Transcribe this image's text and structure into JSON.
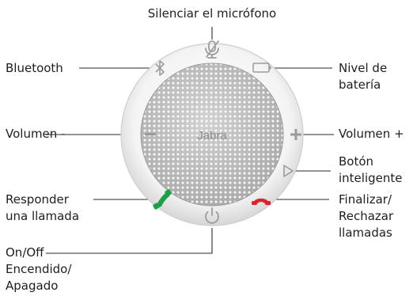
{
  "labels": {
    "mute": "Silenciar el micrófono",
    "bluetooth": "Bluetooth",
    "battery": [
      "Nivel de",
      "batería"
    ],
    "volume_down": "Volumen -",
    "volume_up": "Volumen +",
    "smart_button": [
      "Botón",
      "inteligente"
    ],
    "answer": [
      "Responder",
      "una llamada"
    ],
    "end_call": [
      "Finalizar/",
      "Rechazar",
      "llamadas"
    ],
    "power": [
      "On/Off",
      "Encendido/",
      "Apagado"
    ]
  },
  "device": {
    "brand": "Jabra",
    "buttons": [
      {
        "name": "mute",
        "icon": "microphone-muted-icon"
      },
      {
        "name": "bluetooth",
        "icon": "bluetooth-icon"
      },
      {
        "name": "battery",
        "icon": "battery-icon"
      },
      {
        "name": "volume-down",
        "icon": "minus-icon"
      },
      {
        "name": "volume-up",
        "icon": "plus-icon"
      },
      {
        "name": "smart",
        "icon": "play-triangle-icon"
      },
      {
        "name": "answer",
        "icon": "phone-answer-icon"
      },
      {
        "name": "end-call",
        "icon": "phone-hangup-icon"
      },
      {
        "name": "power",
        "icon": "power-icon"
      }
    ]
  },
  "colors": {
    "answer": "#1f9e4a",
    "end_call": "#d8262d",
    "icon_gray": "#9b9b9b",
    "leader": "#2a2a2a"
  }
}
